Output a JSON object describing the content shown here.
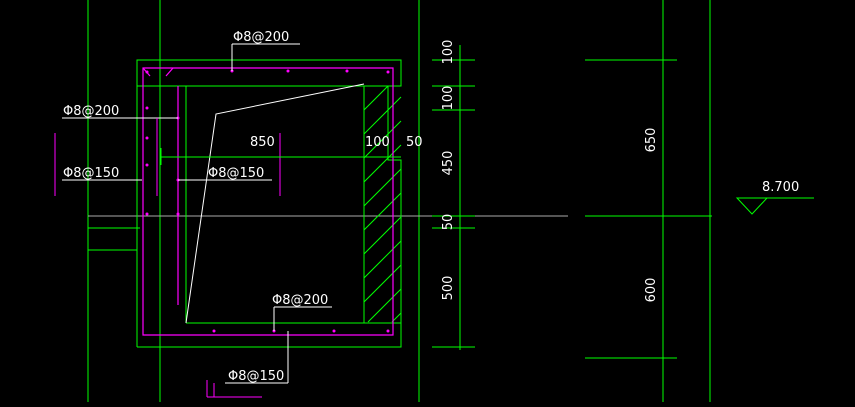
{
  "drawing": {
    "background": "#000000",
    "colors": {
      "outline": "#00ff00",
      "rebar": "#ff00ff",
      "text": "#ffffff",
      "leader": "#ffffff"
    }
  },
  "labels": {
    "top_rebar": "Φ8@200",
    "left_rebar": "Φ8@200",
    "left_stirrup": "Φ8@150",
    "inner_stirrup": "Φ8@150",
    "bottom_rebar": "Φ8@200",
    "bottom_stirrup": "Φ8@150",
    "width_850": "850",
    "width_100": "100",
    "width_50": "50"
  },
  "dimensions": {
    "d100_top": "100",
    "d100_second": "100",
    "d450": "450",
    "d50": "50",
    "d500": "500",
    "d650": "650",
    "d600": "600"
  },
  "elevation": {
    "value": "8.700"
  }
}
